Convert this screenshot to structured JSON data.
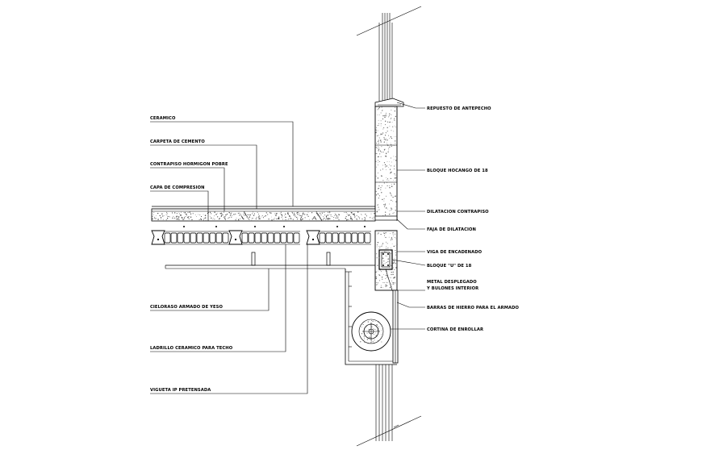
{
  "labels_left": [
    "CERAMICO",
    "CARPETA DE CEMENTO",
    "CONTRAPISO HORMIGON POBRE",
    "CAPA DE COMPRESION",
    "CIELORASO ARMADO DE YESO",
    "LADRILLO CERAMICO PARA TECHO",
    "VIGUETA IP PRETENSADA"
  ],
  "labels_right": [
    "REPUESTO DE ANTEPECHO",
    "BLOQUE HOCANGO DE 18",
    "DILATACION CONTRAPISO",
    "FAJA DE DILATACION",
    "VIGA DE ENCADENADO",
    "BLOQUE \"U\" DE 18",
    "METAL DESPLEGADO",
    "Y BULONES INTERIOR",
    "BARRAS DE HIERRO PARA EL ARMADO",
    "CORTINA DE ENROLLAR"
  ]
}
